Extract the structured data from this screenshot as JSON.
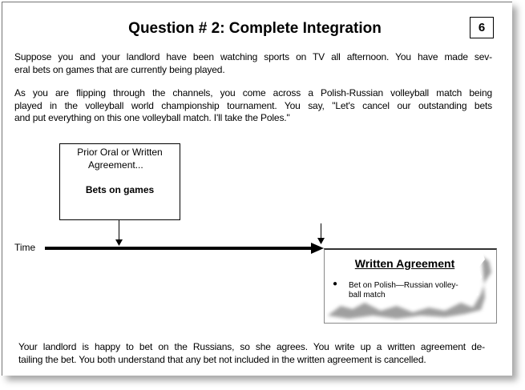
{
  "title": "Question # 2: Complete Integration",
  "slide_number": "6",
  "paragraph1": [
    "Suppose you and your landlord have been watching sports on TV all afternoon. You have made sev-",
    "eral bets on games that are currently being played."
  ],
  "paragraph2": [
    "As you are flipping through the channels, you come across a Polish-Russian volleyball match being",
    "played in the volleyball world championship tournament.  You say, \"Let's cancel our outstanding bets",
    "and put everything on this one volleyball match. I'll take the Poles.\""
  ],
  "prior_box": {
    "line1": "Prior Oral or Written",
    "line2": "Agreement...",
    "item": "Bets on games"
  },
  "time_label": "Time",
  "written_agreement": {
    "title": "Written Agreement",
    "bullet_line1": "Bet on Polish—Russian volley-",
    "bullet_line2": "ball match"
  },
  "paragraph3": [
    "Your landlord is happy to bet on the Russians, so she agrees.  You write up a written agreement de-",
    "tailing the bet. You both understand that any bet not included in the written agreement is cancelled."
  ]
}
